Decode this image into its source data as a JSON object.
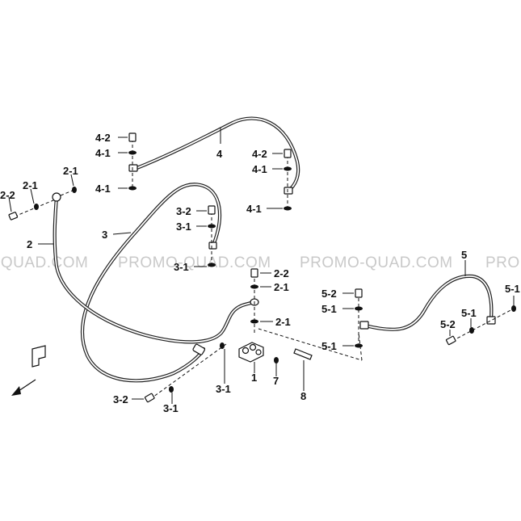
{
  "watermark": {
    "texts": [
      "-QUAD.COM",
      "PROMO-QUAD.COM",
      "PROMO-QUAD.COM",
      "PRO"
    ]
  },
  "callouts": {
    "c1": "1",
    "c2": "2",
    "c2_1a": "2-1",
    "c2_1b": "2-1",
    "c2_1c": "2-1",
    "c2_1d": "2-1",
    "c2_2a": "2-2",
    "c2_2b": "2-2",
    "c3": "3",
    "c3_1a": "3-1",
    "c3_1b": "3-1",
    "c3_1c": "3-1",
    "c3_1d": "3-1",
    "c3_2a": "3-2",
    "c3_2b": "3-2",
    "c4": "4",
    "c4_1a": "4-1",
    "c4_1b": "4-1",
    "c4_1c": "4-1",
    "c4_1d": "4-1",
    "c4_2a": "4-2",
    "c4_2b": "4-2",
    "c5": "5",
    "c5_1a": "5-1",
    "c5_1b": "5-1",
    "c5_1c": "5-1",
    "c5_1d": "5-1",
    "c5_2a": "5-2",
    "c5_2b": "5-2",
    "c7": "7",
    "c8": "8"
  },
  "icons": {
    "front_arrow": "front-direction-arrow-icon"
  }
}
